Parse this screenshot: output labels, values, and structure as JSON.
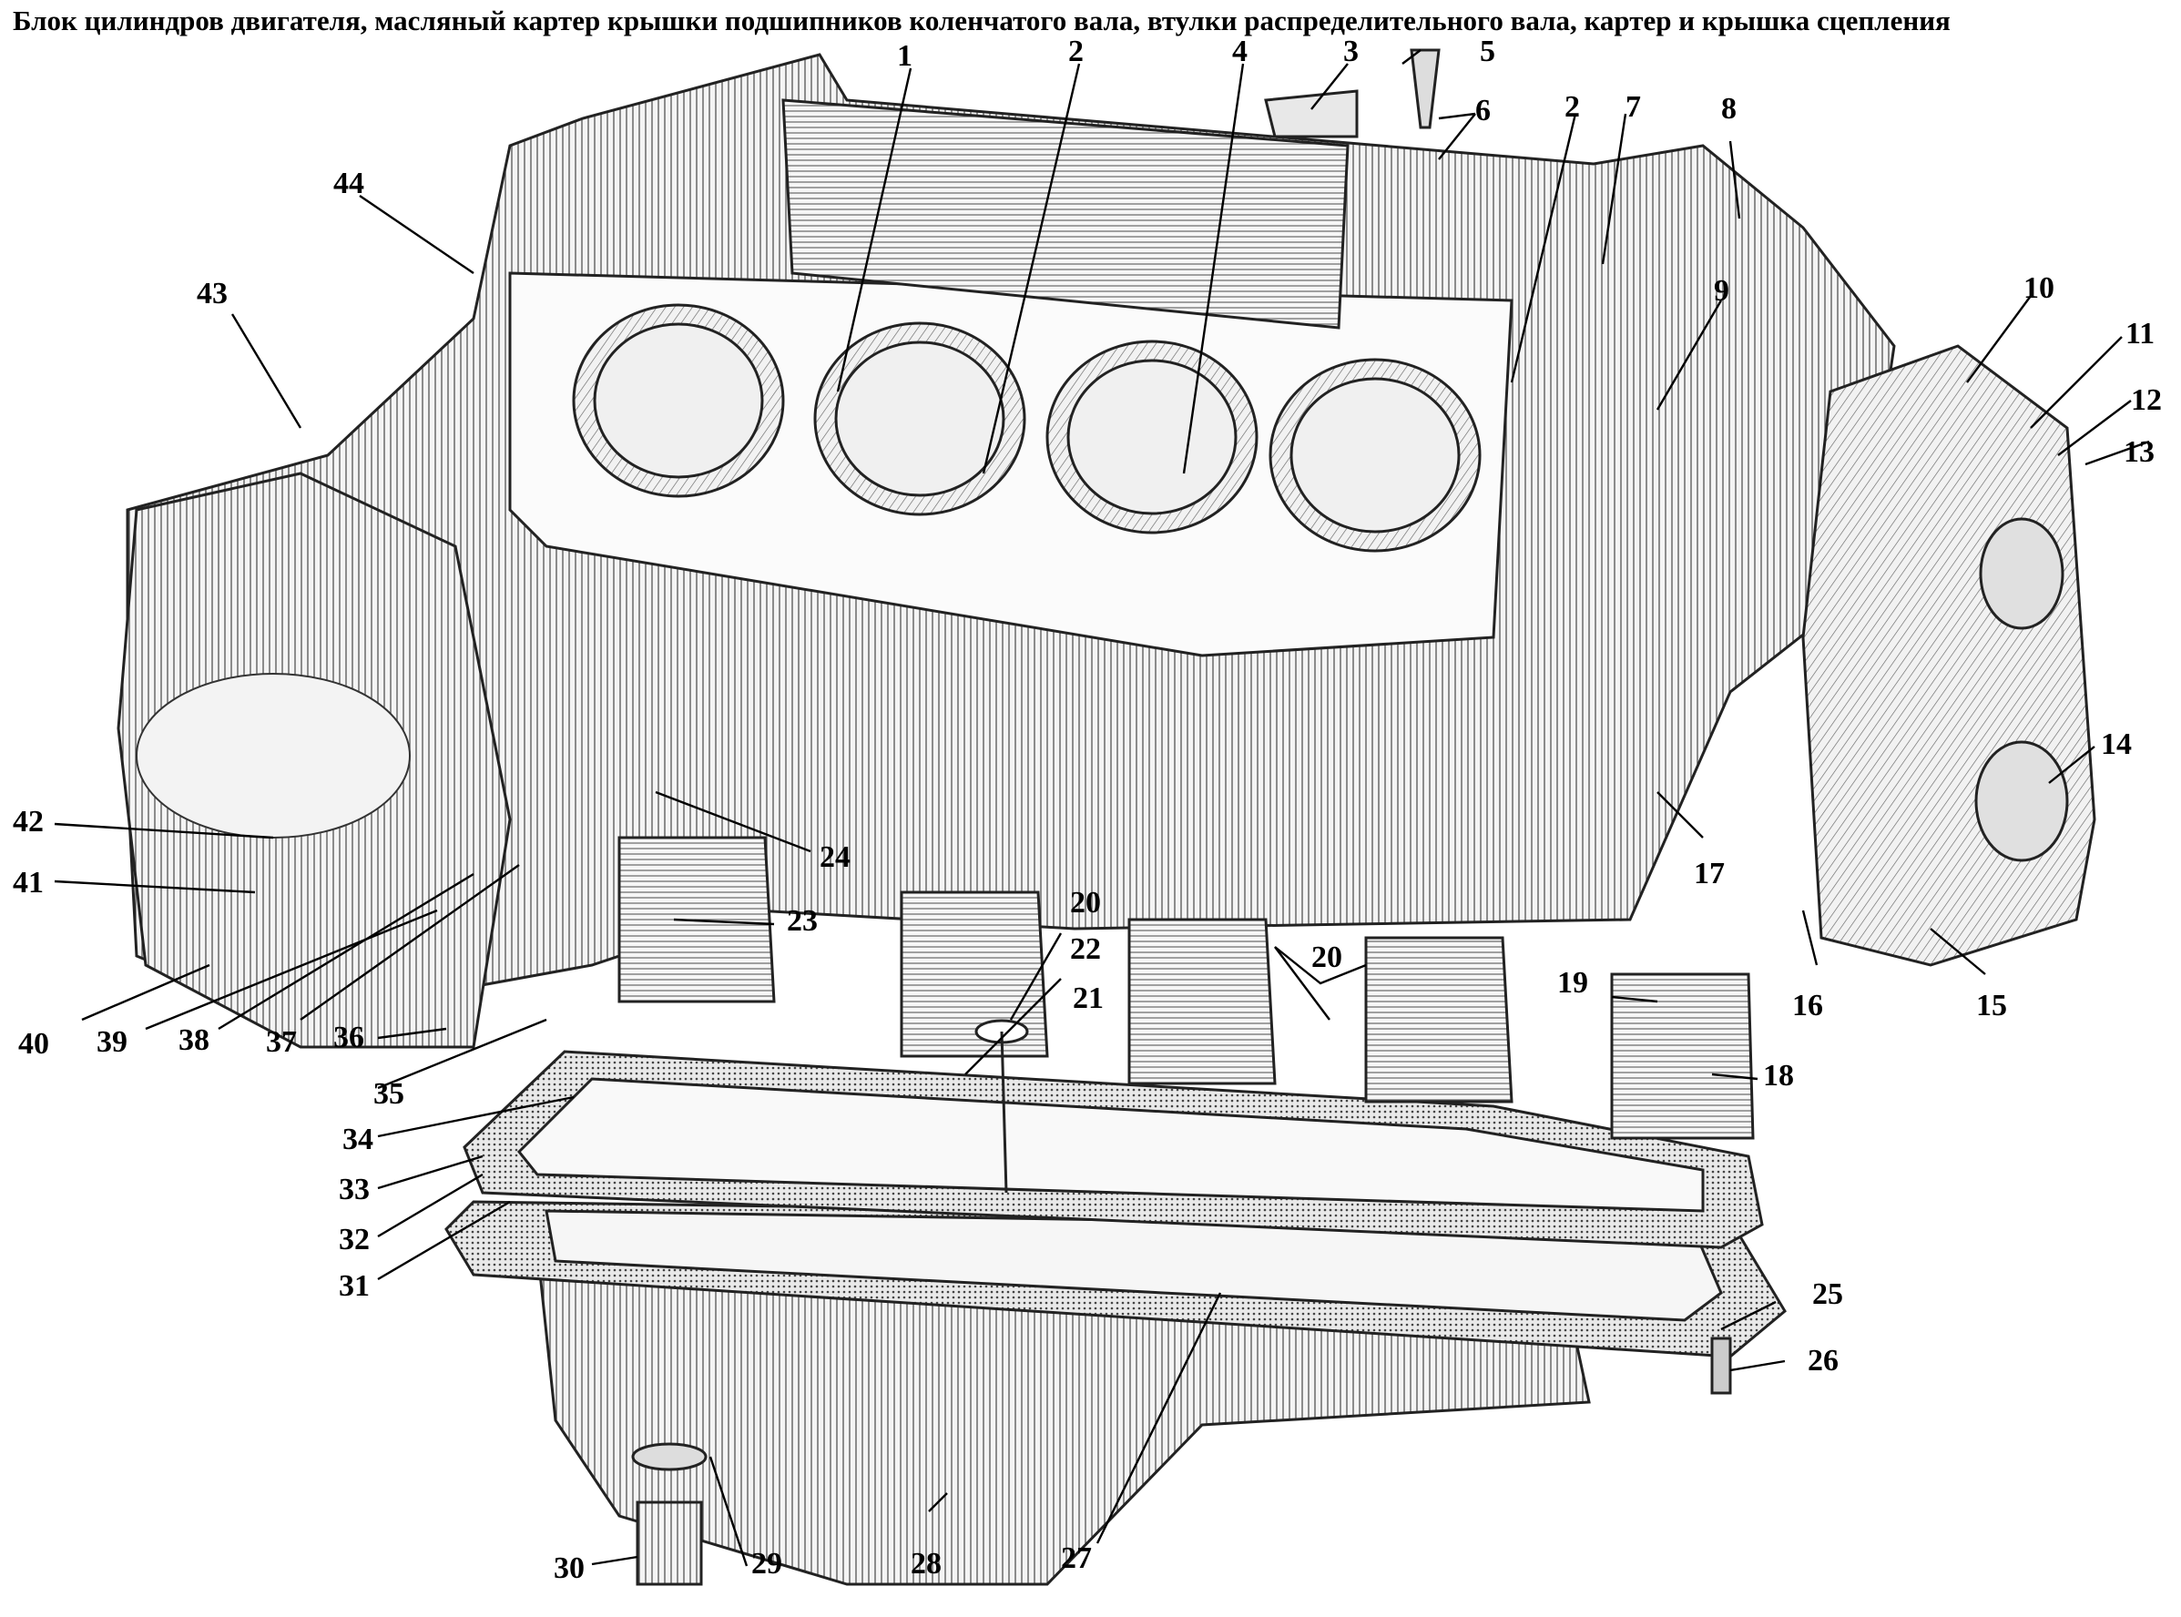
{
  "title": "Блок цилиндров двигателя, масляный картер крышки подшипников коленчатого вала, втулки распределительного вала, картер и крышка сцепления",
  "callouts": [
    {
      "n": "1"
    },
    {
      "n": "2"
    },
    {
      "n": "4"
    },
    {
      "n": "3"
    },
    {
      "n": "5"
    },
    {
      "n": "6"
    },
    {
      "n": "2"
    },
    {
      "n": "7"
    },
    {
      "n": "8"
    },
    {
      "n": "9"
    },
    {
      "n": "10"
    },
    {
      "n": "11"
    },
    {
      "n": "12"
    },
    {
      "n": "13"
    },
    {
      "n": "14"
    },
    {
      "n": "15"
    },
    {
      "n": "16"
    },
    {
      "n": "17"
    },
    {
      "n": "18"
    },
    {
      "n": "19"
    },
    {
      "n": "20"
    },
    {
      "n": "20"
    },
    {
      "n": "21"
    },
    {
      "n": "22"
    },
    {
      "n": "23"
    },
    {
      "n": "24"
    },
    {
      "n": "25"
    },
    {
      "n": "26"
    },
    {
      "n": "27"
    },
    {
      "n": "28"
    },
    {
      "n": "29"
    },
    {
      "n": "30"
    },
    {
      "n": "31"
    },
    {
      "n": "32"
    },
    {
      "n": "33"
    },
    {
      "n": "34"
    },
    {
      "n": "35"
    },
    {
      "n": "36"
    },
    {
      "n": "37"
    },
    {
      "n": "38"
    },
    {
      "n": "39"
    },
    {
      "n": "40"
    },
    {
      "n": "41"
    },
    {
      "n": "42"
    },
    {
      "n": "43"
    },
    {
      "n": "44"
    }
  ]
}
